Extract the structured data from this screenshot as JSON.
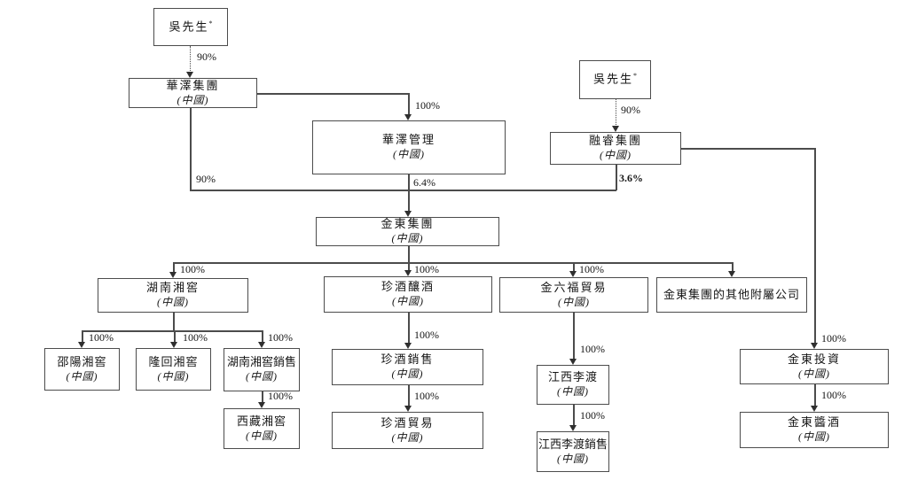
{
  "diagram": {
    "companies": {
      "mr_wu_left": {
        "name": "吳先生",
        "marker": "*"
      },
      "huaze_group": {
        "name": "華澤集團",
        "jurisdiction": "(中國)"
      },
      "huaze_mgmt": {
        "name": "華澤管理",
        "jurisdiction": "(中國)"
      },
      "mr_wu_right": {
        "name": "吳先生",
        "marker": "*"
      },
      "rongrui_group": {
        "name": "融睿集團",
        "jurisdiction": "(中國)"
      },
      "jindong_group": {
        "name": "金東集團",
        "jurisdiction": "(中國)"
      },
      "hunan_xiangjiao": {
        "name": "湖南湘窖",
        "jurisdiction": "(中國)"
      },
      "zhenjiu_brewing": {
        "name": "珍酒釀酒",
        "jurisdiction": "(中國)"
      },
      "jinliufu_trading": {
        "name": "金六福貿易",
        "jurisdiction": "(中國)"
      },
      "jindong_other_subs": {
        "name": "金東集團的其他附屬公司"
      },
      "shaoyang_xiangjiao": {
        "name": "邵陽湘窖",
        "jurisdiction": "(中國)"
      },
      "longhui_xiangjiao": {
        "name": "隆回湘窖",
        "jurisdiction": "(中國)"
      },
      "hunan_xiangjiao_sales": {
        "name": "湖南湘窖銷售",
        "jurisdiction": "(中國)"
      },
      "xizang_xiangjiao": {
        "name": "西藏湘窖",
        "jurisdiction": "(中國)"
      },
      "zhenjiu_sales": {
        "name": "珍酒銷售",
        "jurisdiction": "(中國)"
      },
      "zhenjiu_trading": {
        "name": "珍酒貿易",
        "jurisdiction": "(中國)"
      },
      "jiangxi_lidu": {
        "name": "江西李渡",
        "jurisdiction": "(中國)"
      },
      "jiangxi_lidu_sales": {
        "name": "江西李渡銷售",
        "jurisdiction": "(中國)"
      },
      "jindong_investment": {
        "name": "金東投資",
        "jurisdiction": "(中國)"
      },
      "jindong_jiangjiu": {
        "name": "金東醬酒",
        "jurisdiction": "(中國)"
      }
    },
    "ownership": {
      "wu_left_to_huaze_group": "90%",
      "huaze_group_to_huaze_mgmt": "100%",
      "huaze_group_to_jindong_group": "90%",
      "huaze_mgmt_to_jindong_group": "6.4%",
      "rongrui_to_jindong_group": "3.6%",
      "wu_right_to_rongrui": "90%",
      "rongrui_to_jindong_investment": "100%",
      "jindong_to_hunan_xiangjiao": "100%",
      "jindong_to_zhenjiu_brewing": "100%",
      "jindong_to_jinliufu": "100%",
      "hunan_to_shaoyang": "100%",
      "hunan_to_longhui": "100%",
      "hunan_to_xiangjiao_sales": "100%",
      "xiangjiao_sales_to_xizang": "100%",
      "zhenjiu_brewing_to_sales": "100%",
      "zhenjiu_sales_to_trading": "100%",
      "jinliufu_to_jiangxi_lidu": "100%",
      "jiangxi_lidu_to_sales": "100%",
      "jindong_investment_to_jiangjiu": "100%"
    }
  }
}
